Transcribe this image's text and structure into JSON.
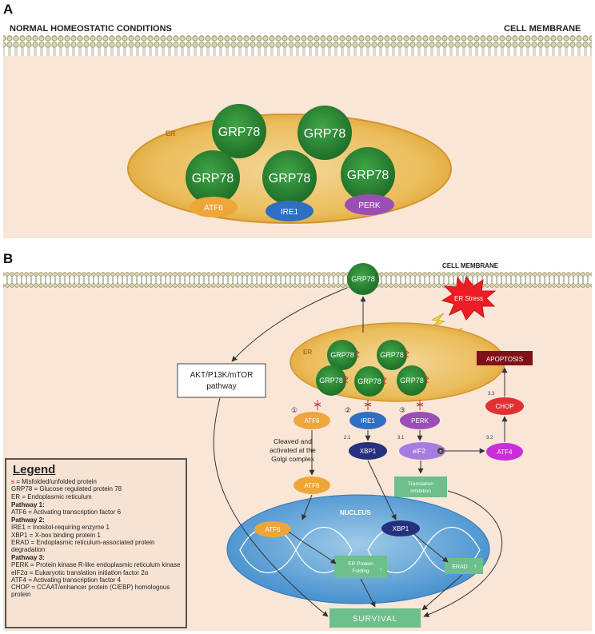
{
  "panel_a": {
    "label": "A",
    "title": "NORMAL HOMEOSTATIC CONDITIONS",
    "membrane_label": "CELL MEMBRANE",
    "er_label": "ER",
    "grp78": [
      "GRP78",
      "GRP78",
      "GRP78",
      "GRP78",
      "GRP78"
    ],
    "sensors": [
      "ATF6",
      "IRE1",
      "PERK"
    ]
  },
  "panel_b": {
    "label": "B",
    "membrane_label": "CELL MEMBRANE",
    "grp78_free": "GRP78",
    "er_stress": "ER Stress",
    "er_label": "ER",
    "grp78_er": [
      "GRP78",
      "GRP78",
      "GRP78",
      "GRP78",
      "GRP78"
    ],
    "akt_line1": "AKT/P13K/mTOR",
    "akt_line2": "pathway",
    "apoptosis": "APOPTOSIS",
    "chop": "CHOP",
    "atf4": "ATF4",
    "atf6": "ATF6",
    "ire1": "IRE1",
    "perk": "PERK",
    "xbp1": "XBP1",
    "eif2": "eIF2",
    "eif2_badge": "α",
    "step1": "①",
    "step2": "②",
    "step3": "③",
    "step21": "2.1",
    "step31": "3.1",
    "step32": "3.2",
    "step33": "3.3",
    "cleaved_1": "Cleaved and",
    "cleaved_2": "activated at the",
    "cleaved_3": "Golgi complex",
    "atf6_cleaved": "ATF6",
    "translation_1": "Translation",
    "translation_2": "Inhibition",
    "nucleus": "NUCLEUS",
    "atf6_nuc": "ATF6",
    "xbp1_nuc": "XBP1",
    "er_folding_1": "ER Protein",
    "er_folding_2": "Folding",
    "erad": "ERAD",
    "survival": "SURVIVAL"
  },
  "legend": {
    "title": "Legend",
    "misfolded": "= Misfolded/unfolded protein",
    "grp78": "GRP78 = Glucose regulated protein 78",
    "er": "ER = Endoplasmic reticulum",
    "p1": "Pathway 1:",
    "atf6": "ATF6 = Activating transcription factor 6",
    "p2": "Pathway 2:",
    "ire1": "IRE1 = Inositol-requiring enzyme 1",
    "xbp1": "XBP1 = X-box binding protein 1",
    "erad": "ERAD = Endoplasmic reticulum-associated protein degradation",
    "p3": "Pathway 3:",
    "perk": "PERK = Protein kinase R-like endoplasmic reticulum kinase",
    "eif2": "eIF2α = Eukaryotic translation initiation factor 2α",
    "atf4": "ATF4 = Activating transcription factor 4",
    "chop": "CHOP = CCAAT/enhancer protein (C/EBP) homologous protein"
  },
  "colors": {
    "cytoplasm": "#f9e6d7",
    "membrane": "#c9c59a",
    "er_fill": "#e8b64c",
    "grp78": "#2f8a36",
    "atf6": "#eea63a",
    "ire1": "#2f6fc2",
    "perk": "#9b4fb5",
    "xbp1": "#26307f",
    "eif2": "#a77be0",
    "atf4": "#c82fd6",
    "chop": "#e03033",
    "apoptosis": "#7f1218",
    "er_stress": "#ee1c25",
    "nucleus": "#5aa3d6",
    "green_box": "#6dbf8b"
  }
}
